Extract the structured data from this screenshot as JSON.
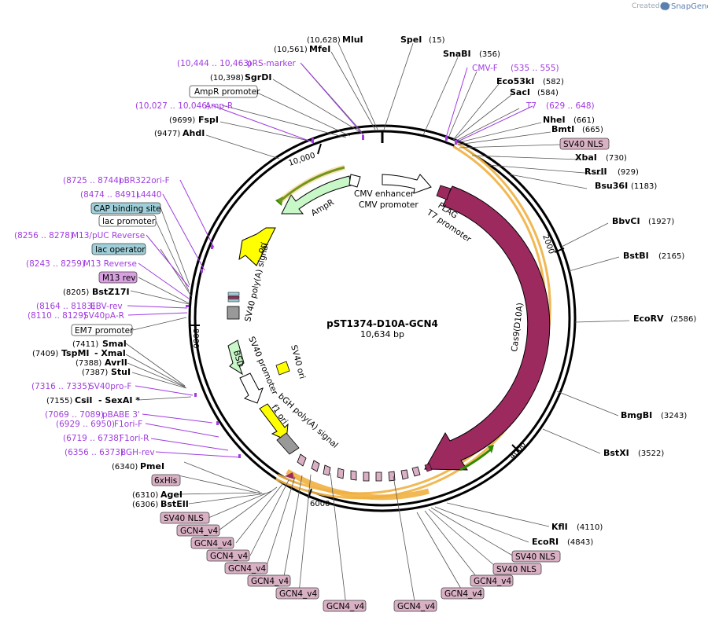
{
  "header": {
    "created_by": "Created by",
    "brand": "SnapGene"
  },
  "plasmid": {
    "name": "pST1374-D10A-GCN4",
    "length": "10,634 bp"
  },
  "ticks": [
    "2000",
    "4000",
    "6000",
    "8000",
    "10,000"
  ],
  "features": {
    "cmv_enhancer": "CMV enhancer",
    "cmv_promoter": "CMV promoter",
    "flag": "FLAG",
    "t7_promoter": "T7 promoter",
    "cas9": "Cas9(D10A)",
    "ampr": "AmpR",
    "ori": "ori",
    "sv40_polya": "SV40 poly(A) signal",
    "sv40_promoter": "SV40 promoter",
    "sv40_ori": "SV40 ori",
    "bsd": "BSD",
    "f1_ori": "f1 ori",
    "bgh_polya": "bGH poly(A) signal"
  },
  "top_labels": {
    "mlui": {
      "pos": "(10,628)",
      "name": "MluI"
    },
    "spei": {
      "name": "SpeI",
      "pos": "(15)"
    },
    "mfei": {
      "pos": "(10,561)",
      "name": "MfeI"
    },
    "snabi": {
      "name": "SnaBI",
      "pos": "(356)"
    },
    "prs_marker": {
      "range": "(10,444 .. 10,463)",
      "name": "pRS-marker"
    },
    "cmv_f": {
      "name": "CMV-F",
      "range": "(535 .. 555)"
    },
    "sgrdi": {
      "pos": "(10,398)",
      "name": "SgrDI"
    },
    "eco53ki": {
      "name": "Eco53kI",
      "pos": "(582)"
    },
    "ampr_promoter": "AmpR promoter",
    "saci": {
      "name": "SacI",
      "pos": "(584)"
    },
    "amp_r": {
      "range": "(10,027 .. 10,046)",
      "name": "Amp-R"
    },
    "t7": {
      "name": "T7",
      "range": "(629 .. 648)"
    },
    "fspi": {
      "pos": "(9699)",
      "name": "FspI"
    },
    "nhei": {
      "name": "NheI",
      "pos": "(661)"
    },
    "ahdi": {
      "pos": "(9477)",
      "name": "AhdI"
    },
    "bmti": {
      "name": "BmtI",
      "pos": "(665)"
    }
  },
  "right_labels": {
    "sv40_nls_top": "SV40 NLS",
    "xbai": {
      "name": "XbaI",
      "pos": "(730)"
    },
    "rsrii": {
      "name": "RsrII",
      "pos": "(929)"
    },
    "bsu36i": {
      "name": "Bsu36I",
      "pos": "(1183)"
    },
    "bbvci": {
      "name": "BbvCI",
      "pos": "(1927)"
    },
    "bstbi": {
      "name": "BstBI",
      "pos": "(2165)"
    },
    "ecorv": {
      "name": "EcoRV",
      "pos": "(2586)"
    },
    "bmgbi": {
      "name": "BmgBI",
      "pos": "(3243)"
    },
    "bstxi": {
      "name": "BstXI",
      "pos": "(3522)"
    },
    "kfli": {
      "name": "KflI",
      "pos": "(4110)"
    },
    "ecori": {
      "name": "EcoRI",
      "pos": "(4843)"
    },
    "sv40_nls_1": "SV40 NLS",
    "sv40_nls_2": "SV40 NLS"
  },
  "left_labels": {
    "pbr322ori_f": {
      "range": "(8725 .. 8744)",
      "name": "pBR322ori-F"
    },
    "l4440": {
      "range": "(8474 .. 8491)",
      "name": "L4440"
    },
    "cap_binding_site": "CAP binding site",
    "lac_promoter": "lac promoter",
    "m13_puc_reverse": {
      "range": "(8256 .. 8278)",
      "name": "M13/pUC Reverse"
    },
    "lac_operator": "lac operator",
    "m13_reverse": {
      "range": "(8243 .. 8259)",
      "name": "M13 Reverse"
    },
    "m13_rev": "M13 rev",
    "bstz17i": {
      "pos": "(8205)",
      "name": "BstZ17I"
    },
    "ebv_rev": {
      "range": "(8164 .. 8183)",
      "name": "EBV-rev"
    },
    "sv40pa_r": {
      "range": "(8110 .. 8129)",
      "name": "SV40pA-R"
    },
    "em7_promoter": "EM7 promoter",
    "smai": {
      "pos": "(7411)",
      "name": "SmaI"
    },
    "tspmi": {
      "pos": "(7409)",
      "name": "TspMI",
      "extra": "- XmaI"
    },
    "avrii": {
      "pos": "(7388)",
      "name": "AvrII"
    },
    "stui": {
      "pos": "(7387)",
      "name": "StuI"
    },
    "sv40pro_f": {
      "range": "(7316 .. 7335)",
      "name": "SV40pro-F"
    },
    "csii": {
      "pos": "(7155)",
      "name": "CsiI",
      "extra": "- SexAI *"
    },
    "pbabe3": {
      "range": "(7069 .. 7089)",
      "name": "pBABE 3'"
    },
    "f1ori_f": {
      "range": "(6929 .. 6950)",
      "name": "F1ori-F"
    },
    "f1ori_r": {
      "range": "(6719 .. 6738)",
      "name": "F1ori-R"
    },
    "bgh_rev": {
      "range": "(6356 .. 6373)",
      "name": "BGH-rev"
    },
    "pmei": {
      "pos": "(6340)",
      "name": "PmeI"
    },
    "his6": "6xHis",
    "agei": {
      "pos": "(6310)",
      "name": "AgeI"
    },
    "bsteii": {
      "pos": "(6306)",
      "name": "BstEII"
    },
    "sv40_nls_left": "SV40 NLS"
  },
  "gcn4": [
    "GCN4_v4",
    "GCN4_v4",
    "GCN4_v4",
    "GCN4_v4",
    "GCN4_v4",
    "GCN4_v4",
    "GCN4_v4",
    "GCN4_v4",
    "GCN4_v4",
    "GCN4_v4"
  ],
  "colors": {
    "primer": "#a03ce0",
    "cas9": "#9c2a5e",
    "tag": "#d9b0c4",
    "ampr": "#c8f7c8",
    "ori": "#ffff00",
    "orange_ring": "#f0b040",
    "green_arrow": "#2e8b00",
    "regulatory_box": "#9fcfd9"
  }
}
